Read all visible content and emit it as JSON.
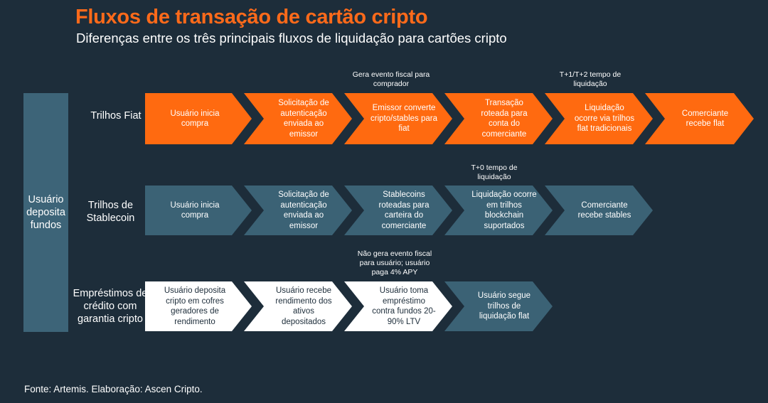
{
  "title": "Fluxos de transação de cartão cripto",
  "subtitle": "Diferenças entre os três principais fluxos de liquidação para cartões cripto",
  "side_label": "Usuário deposita fundos",
  "rows": [
    {
      "label": "Trilhos Fiat",
      "steps": [
        "Usuário inicia compra",
        "Solicitação de autenticação enviada ao emissor",
        "Emissor converte cripto/stables para fiat",
        "Transação roteada para conta do comerciante",
        "Liquidação ocorre via trilhos flat tradicionais",
        "Comerciante recebe flat"
      ],
      "notes": [
        "Gera evento fiscal para comprador",
        "T+1/T+2 tempo de liquidação"
      ]
    },
    {
      "label": "Trilhos de Stablecoin",
      "steps": [
        "Usuário inicia compra",
        "Solicitação de autenticação enviada ao emissor",
        "Stablecoins roteadas para carteira do comerciante",
        "Liquidação ocorre em trilhos blockchain suportados",
        "Comerciante recebe stables"
      ],
      "notes": [
        "T+0 tempo de liquidação"
      ]
    },
    {
      "label": "Empréstimos de crédito com garantia cripto",
      "steps": [
        "Usuário deposita cripto em cofres geradores de rendimento",
        "Usuário recebe rendimento dos ativos depositados",
        "Usuário toma empréstimo contra fundos 20-90% LTV",
        "Usuário segue trilhos de liquidação flat"
      ],
      "notes": [
        "Não gera evento fiscal para usuário; usuário paga 4% APY"
      ]
    }
  ],
  "source": "Fonte: Artemis. Elaboração: Ascen Cripto.",
  "colors": {
    "background": "#1d2d3a",
    "accent_orange": "#ff6a10",
    "step_blue": "#3b6275",
    "step_white": "#ffffff"
  }
}
